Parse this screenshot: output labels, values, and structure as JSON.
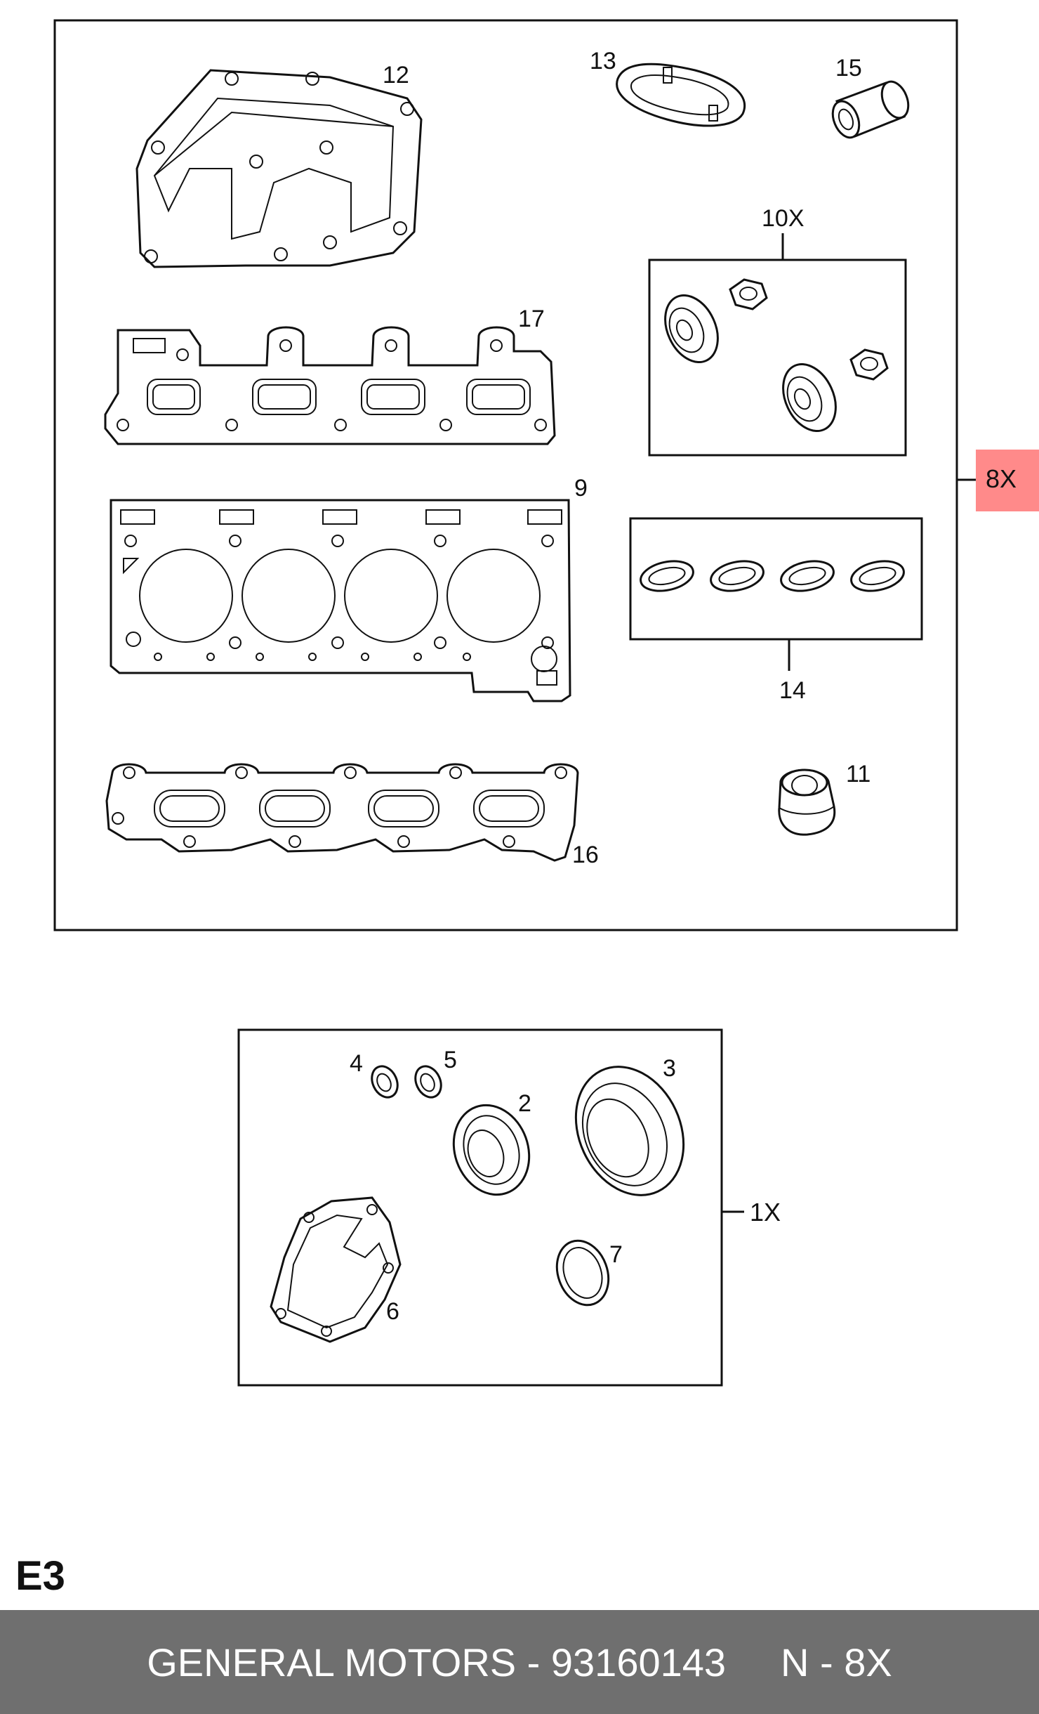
{
  "callouts": {
    "c12": "12",
    "c13": "13",
    "c15": "15",
    "c10": "10X",
    "c17": "17",
    "c9": "9",
    "c14": "14",
    "c11": "11",
    "c16": "16",
    "c4": "4",
    "c5": "5",
    "c2": "2",
    "c3": "3",
    "c6": "6",
    "c7": "7"
  },
  "kits": {
    "upper": {
      "qty_label": "8X",
      "highlight": "#ff8a8a"
    },
    "lower": {
      "qty_label": "1X"
    }
  },
  "section_code": "E3",
  "footer": {
    "brand_part": "GENERAL MOTORS - 93160143",
    "quantity": "N - 8X",
    "background": "#6f6f6f"
  }
}
